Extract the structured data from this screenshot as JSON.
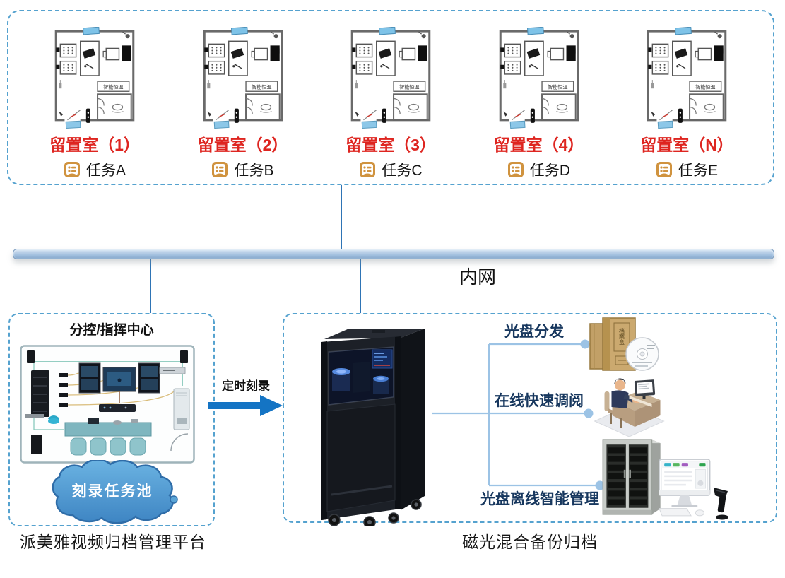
{
  "colors": {
    "accent-red": "#DE2520",
    "navy": "#17375E",
    "line-blue": "#9CC3E5",
    "dash-blue": "#55A2CF",
    "arrow-blue": "#1474C4",
    "connector-blue": "#2E74B5",
    "cloud-blue": "#4796CF",
    "task-tan": "#D0933F"
  },
  "top_section": {
    "rooms": [
      {
        "name": "留置室（1）",
        "task": "任务A"
      },
      {
        "name": "留置室（2）",
        "task": "任务B"
      },
      {
        "name": "留置室（3）",
        "task": "任务C"
      },
      {
        "name": "留置室（4）",
        "task": "任务D"
      },
      {
        "name": "留置室（N）",
        "task": "任务E"
      }
    ],
    "room_plan": {
      "wall_label": "智能恒温"
    }
  },
  "network": {
    "label": "内网"
  },
  "left_section": {
    "title": "分控/指挥中心",
    "cloud_label": "刻录任务池",
    "caption": "派美雅视频归档管理平台"
  },
  "flow": {
    "arrow_label": "定时刻录"
  },
  "right_section": {
    "branches": [
      {
        "label": "光盘分发"
      },
      {
        "label": "在线快速调阅"
      },
      {
        "label": "光盘离线智能管理"
      }
    ],
    "archive_box_label": "档案盒",
    "caption": "磁光混合备份归档"
  }
}
